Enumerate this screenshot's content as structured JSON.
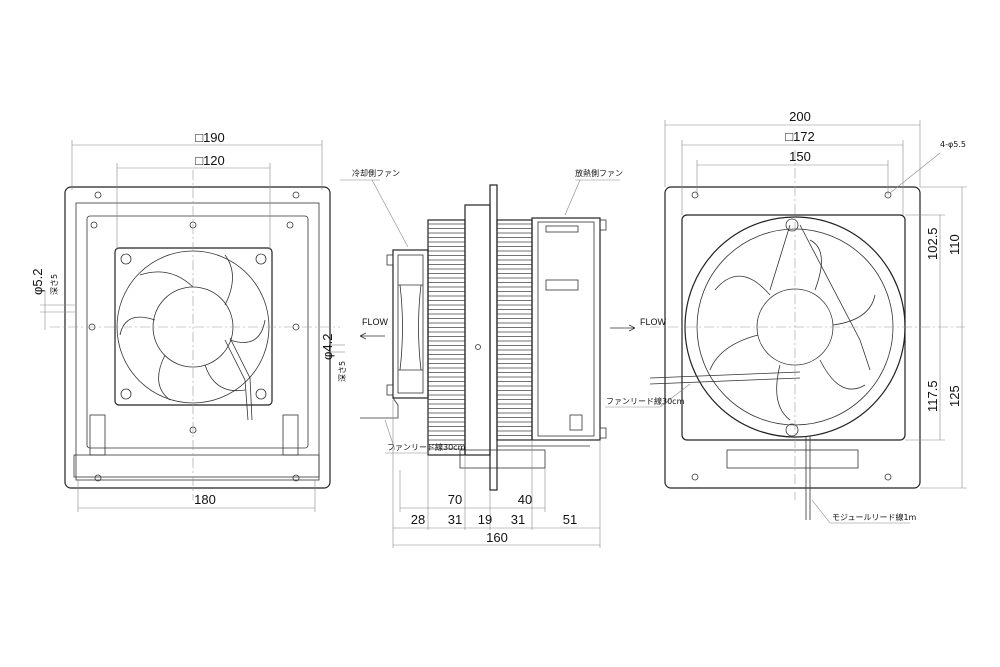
{
  "drawing": {
    "front_view": {
      "outer_width_label": "□190",
      "fan_pitch_label": "□120",
      "bottom_width_label": "180",
      "hole_label": "φ5.2",
      "hole_depth_label": "深さ5"
    },
    "side_view": {
      "cooling_fan_label": "冷却側ファン",
      "heat_fan_label": "放熱側ファン",
      "flow_left_label": "FLOW",
      "flow_right_label": "FLOW",
      "fan_lead_left_label": "ファンリード線30cm",
      "fan_lead_right_label": "ファンリード線30cm",
      "hole_label": "φ4.2",
      "hole_depth_label": "深さ5",
      "dim_row1": [
        "70",
        "40"
      ],
      "dim_row2": [
        "28",
        "31",
        "19",
        "31",
        "51"
      ],
      "total_label": "160"
    },
    "rear_view": {
      "outer_width_label": "200",
      "frame_label": "□172",
      "hole_pitch_label": "150",
      "holes_label": "4-φ5.5",
      "upper_inner_label": "102.5",
      "upper_outer_label": "110",
      "lower_inner_label": "117.5",
      "lower_outer_label": "125",
      "module_lead_label": "モジュールリード線1m"
    }
  }
}
